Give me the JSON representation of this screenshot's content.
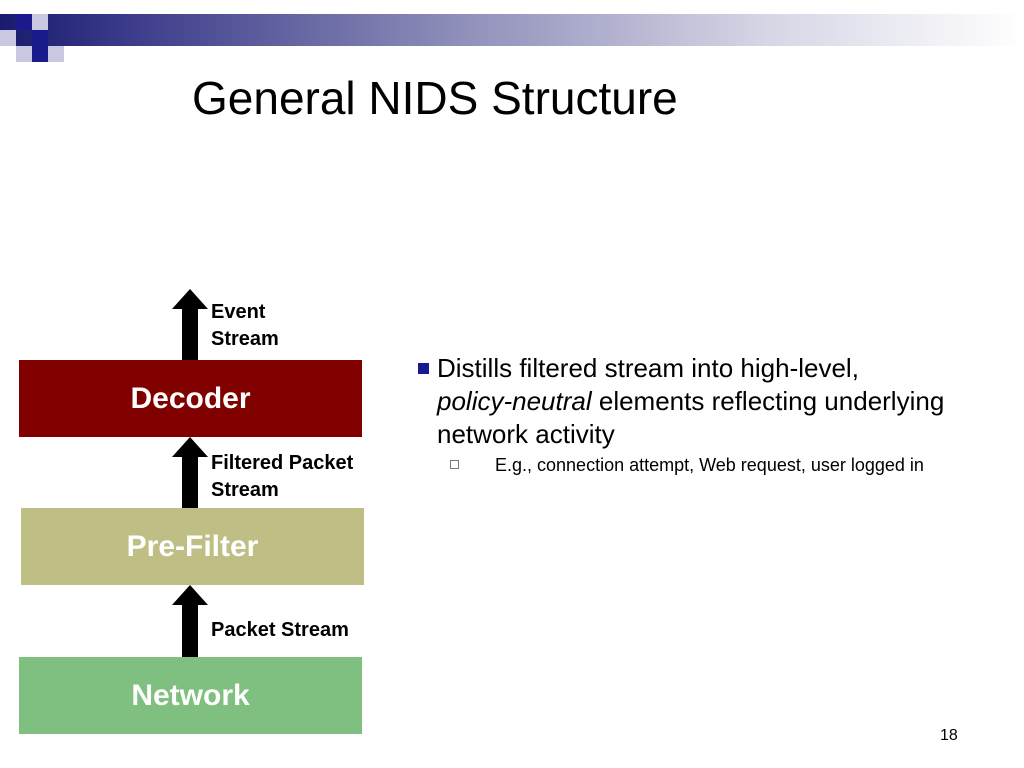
{
  "slide": {
    "title": "General NIDS Structure",
    "page_number": "18"
  },
  "diagram": {
    "boxes": [
      {
        "label": "Decoder",
        "color": "#800000"
      },
      {
        "label": "Pre-Filter",
        "color": "#bfbf85"
      },
      {
        "label": "Network",
        "color": "#7fbf7f"
      }
    ],
    "streams": {
      "event_line1": "Event",
      "event_line2": "Stream",
      "filtered_line1": "Filtered Packet",
      "filtered_line2": "Stream",
      "packet": "Packet Stream"
    }
  },
  "content": {
    "main_bullet": {
      "part1": "Distills filtered stream into high-level,",
      "italic": "policy-neutral",
      "part2": " elements reflecting underlying network activity"
    },
    "sub_bullet": "E.g., connection attempt, Web request, user logged in"
  },
  "colors": {
    "accent_navy": "#1a1a8c"
  }
}
